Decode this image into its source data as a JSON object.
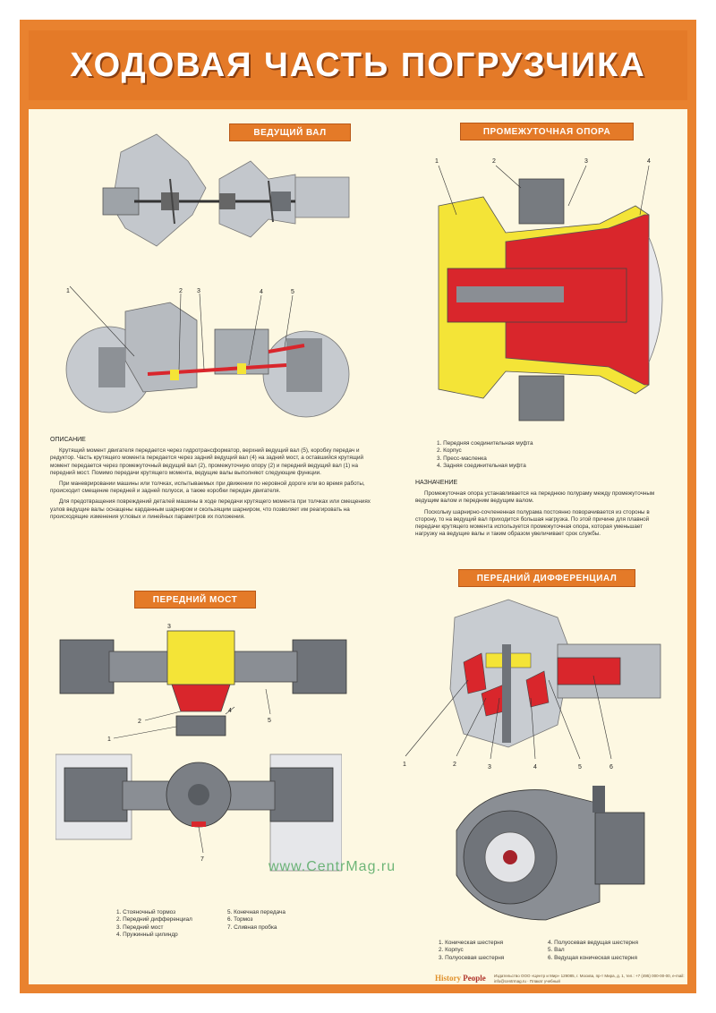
{
  "title": "ХОДОВАЯ ЧАСТЬ ПОГРУЗЧИКА",
  "sections": {
    "drive_shaft": {
      "heading": "ВЕДУЩИЙ ВАЛ",
      "callouts": [
        "1",
        "2",
        "3",
        "4",
        "5"
      ]
    },
    "intermediate_support": {
      "heading": "ПРОМЕЖУТОЧНАЯ ОПОРА",
      "callouts": [
        "1",
        "2",
        "3",
        "4"
      ],
      "legend": [
        "1. Передняя соединительная муфта",
        "2. Корпус",
        "3. Пресс-масленка",
        "4. Задняя соединительная муфта"
      ]
    },
    "front_axle": {
      "heading": "ПЕРЕДНИЙ МОСТ",
      "callouts": [
        "3",
        "2",
        "4",
        "5",
        "1",
        "7"
      ],
      "legend_left": [
        "1. Стояночный тормоз",
        "2. Передний дифференциал",
        "3. Передний мост",
        "4. Пружинный цилиндр"
      ],
      "legend_right": [
        "5. Конечная передача",
        "6. Тормоз",
        "7. Сливная пробка"
      ]
    },
    "front_differential": {
      "heading": "ПЕРЕДНИЙ ДИФФЕРЕНЦИАЛ",
      "callouts": [
        "1",
        "2",
        "3",
        "4",
        "5",
        "6"
      ],
      "legend_left": [
        "1. Коническая шестерня",
        "2. Корпус",
        "3. Полуосевая шестерня"
      ],
      "legend_right": [
        "4. Полуосевая ведущая шестерня",
        "5. Вал",
        "6. Ведущая коническая шестерня"
      ]
    }
  },
  "description": {
    "heading": "ОПИСАНИЕ",
    "paragraphs": [
      "Крутящий момент двигателя передается через гидротрансформатор, верхний ведущий вал (5), коробку передач и редуктор. Часть крутящего момента передается через задний ведущий вал (4) на задний мост, а оставшийся крутящий момент передается через промежуточный ведущий вал (2), промежуточную опору (2) и передний ведущий вал (1) на передний мост. Помимо передачи крутящего момента, ведущие валы выполняют следующие функции.",
      "При маневрировании машины или толчках, испытываемых при движении по неровной дороге или во время работы, происходит смещение передней и задней полуоси, а также коробки передач двигателя.",
      "Для предотвращения повреждений деталей машины в ходе передачи крутящего момента при толчках или смещениях узлов ведущие валы оснащены карданным шарниром и скользящим шарниром, что позволяет им реагировать на происходящие изменения угловых и линейных параметров их положения."
    ]
  },
  "purpose": {
    "heading": "НАЗНАЧЕНИЕ",
    "paragraphs": [
      "Промежуточная опора устанавливается на переднюю полураму между промежуточным ведущим валом и передним ведущим валом.",
      "Поскольку шарнирно-сочлененная полурама постоянно поворачивается из стороны в сторону, то на ведущий вал приходится большая нагрузка. По этой причине для плавной передачи крутящего момента используется промежуточная опора, которая уменьшает нагрузку на ведущие валы и таким образом увеличивает срок службы."
    ]
  },
  "watermark": "www.CentrMag.ru",
  "footer": {
    "brand_a": "History",
    "brand_b": "People",
    "note": "Издательство ООО «Центр и Мир» 129085, г. Москва, пр-т Мира, д. 1, тел.: +7 (495) 000-00-00, e-mail: info@centrmag.ru · Плакат учебный"
  },
  "colors": {
    "frame": "#e9822f",
    "panel": "#fdf8e2",
    "part_grey": "#8a8e94",
    "highlight_red": "#d9262c",
    "highlight_yellow": "#f4e437"
  }
}
